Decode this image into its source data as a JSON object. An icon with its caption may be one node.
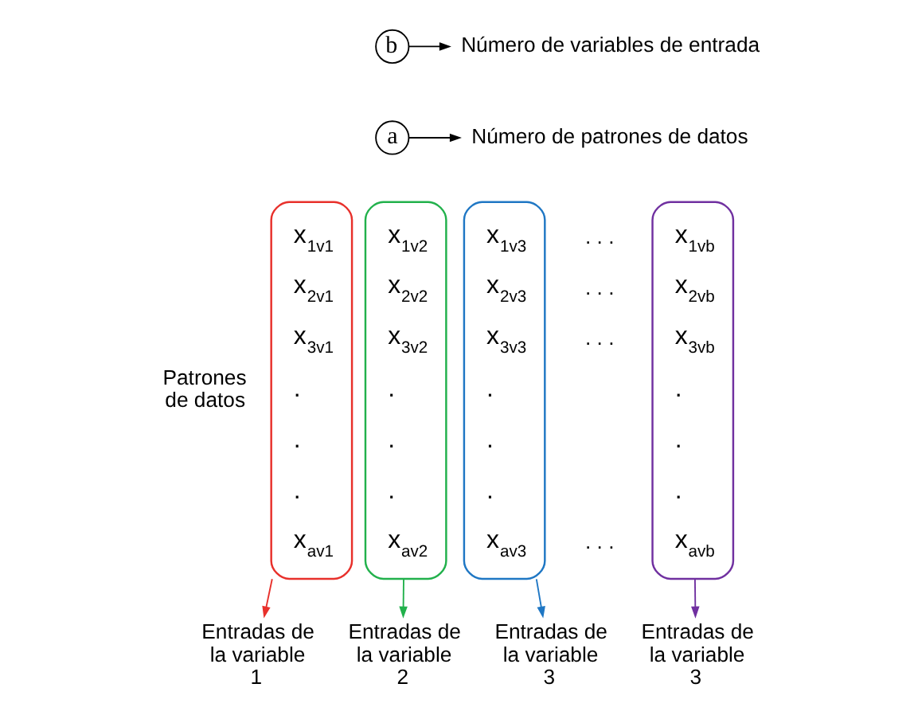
{
  "diagram": {
    "nodes": [
      {
        "text": [
          "b"
        ]
      },
      {
        "text": [
          "Número de variables de entrada"
        ]
      },
      {
        "text": [
          "a"
        ]
      },
      {
        "text": [
          "Número de patrones de datos"
        ]
      },
      {
        "text": [
          "x$_{1v1}$",
          "x$_{2v1}$",
          "x$_{3v1}$",
          ".",
          ".",
          ".",
          "x$_{av1}$"
        ]
      },
      {
        "text": [
          "x$_{1v2}$",
          "x$_{2v2}$",
          "x$_{3v2}$",
          ".",
          ".",
          ".",
          "x$_{av2}$"
        ]
      },
      {
        "text": [
          "x$_{1v3}$",
          "x$_{2v3}$",
          "x$_{3v3}$",
          ".",
          ".",
          ".",
          "x$_{av3}$"
        ]
      },
      {
        "text": [
          "x$_{1vb}$",
          "x$_{2vb}$",
          "x$_{3vb}$",
          ".",
          ".",
          ".",
          "x$_{avb}$"
        ]
      },
      {
        "text": [
          "Entradas de la variable 1"
        ]
      },
      {
        "text": [
          "Entradas de la variable 2"
        ]
      },
      {
        "text": [
          "Entradas de la variable 3"
        ]
      },
      {
        "text": [
          "Entradas de la variable 3"
        ]
      }
    ],
    "edges": [
      {
        "from": 0,
        "to": 1,
        "arrow": "to"
      },
      {
        "from": 2,
        "to": 3,
        "arrow": "to"
      },
      {
        "from": 4,
        "to": 8,
        "arrow": "to",
        "color": "#e8302b"
      },
      {
        "from": 5,
        "to": 9,
        "arrow": "to",
        "color": "#22b14c"
      },
      {
        "from": 6,
        "to": 10,
        "arrow": "to",
        "color": "#1f77c4"
      },
      {
        "from": 7,
        "to": 11,
        "arrow": "to",
        "color": "#7030a0"
      }
    ],
    "labels": [
      "Patrones de datos",
      ". . .",
      ". . .",
      ". . .",
      ". . ."
    ]
  }
}
